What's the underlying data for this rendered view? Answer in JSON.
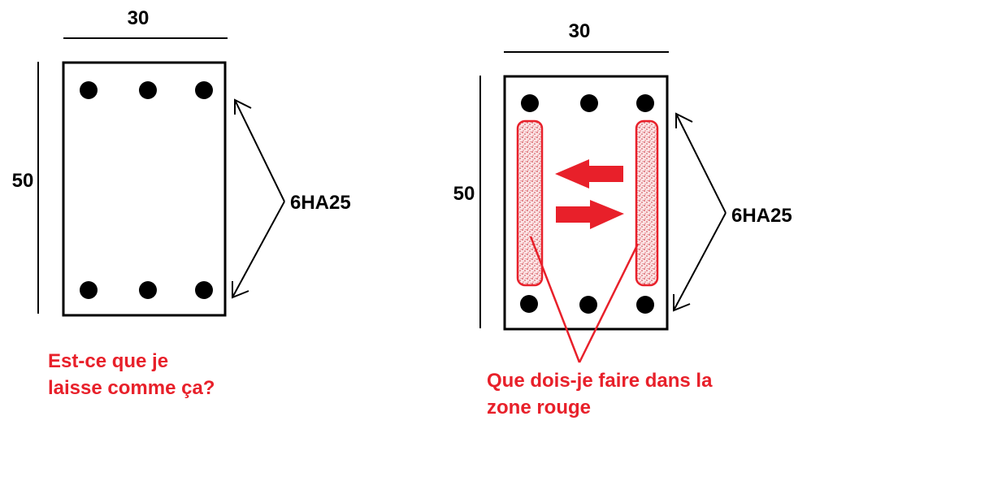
{
  "colors": {
    "ink": "#000000",
    "accent": "#e8202a",
    "fill_dots": "#d24a52"
  },
  "left_section": {
    "width_label": "30",
    "height_label": "50",
    "rebar_label": "6HA25",
    "question_lines": [
      "Est-ce que je",
      "laisse comme ça?"
    ]
  },
  "right_section": {
    "width_label": "30",
    "height_label": "50",
    "rebar_label": "6HA25",
    "question_lines": [
      "Que dois-je faire dans la",
      "zone rouge"
    ]
  }
}
